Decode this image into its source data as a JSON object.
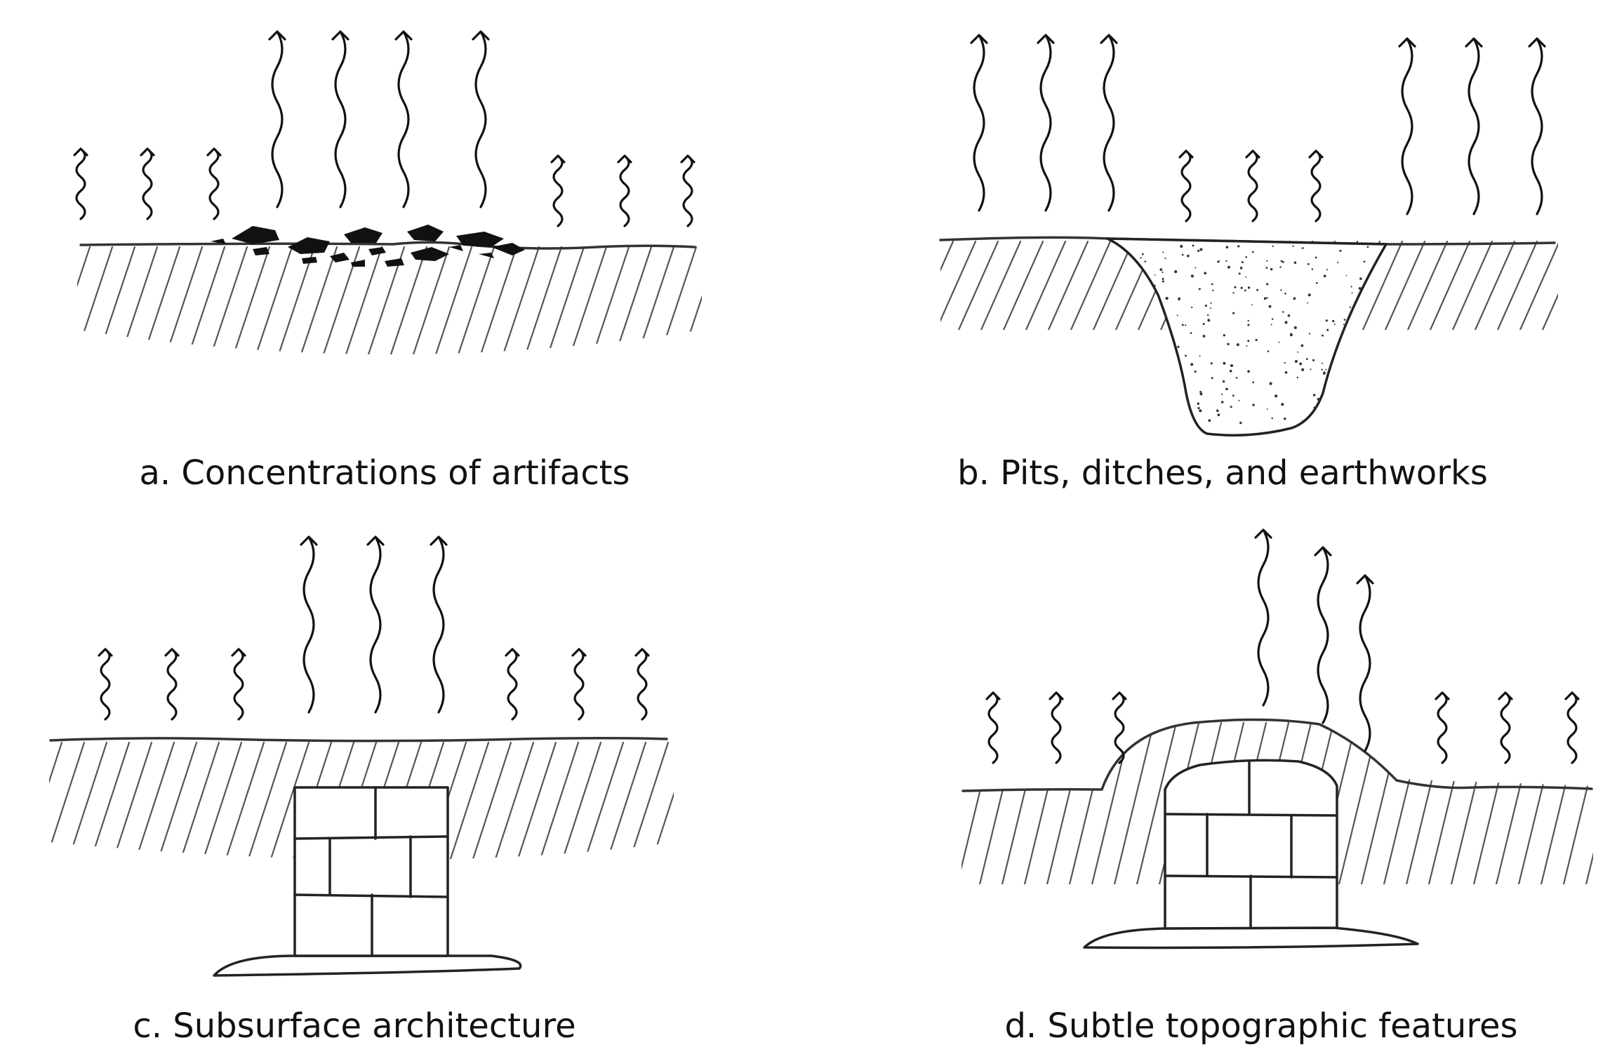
{
  "panels": [
    {
      "id": "a",
      "caption": "a. Concentrations of artifacts"
    },
    {
      "id": "b",
      "caption": "b. Pits, ditches, and earthworks"
    },
    {
      "id": "c",
      "caption": "c. Subsurface architecture"
    },
    {
      "id": "d",
      "caption": "d. Subtle topographic features"
    }
  ]
}
